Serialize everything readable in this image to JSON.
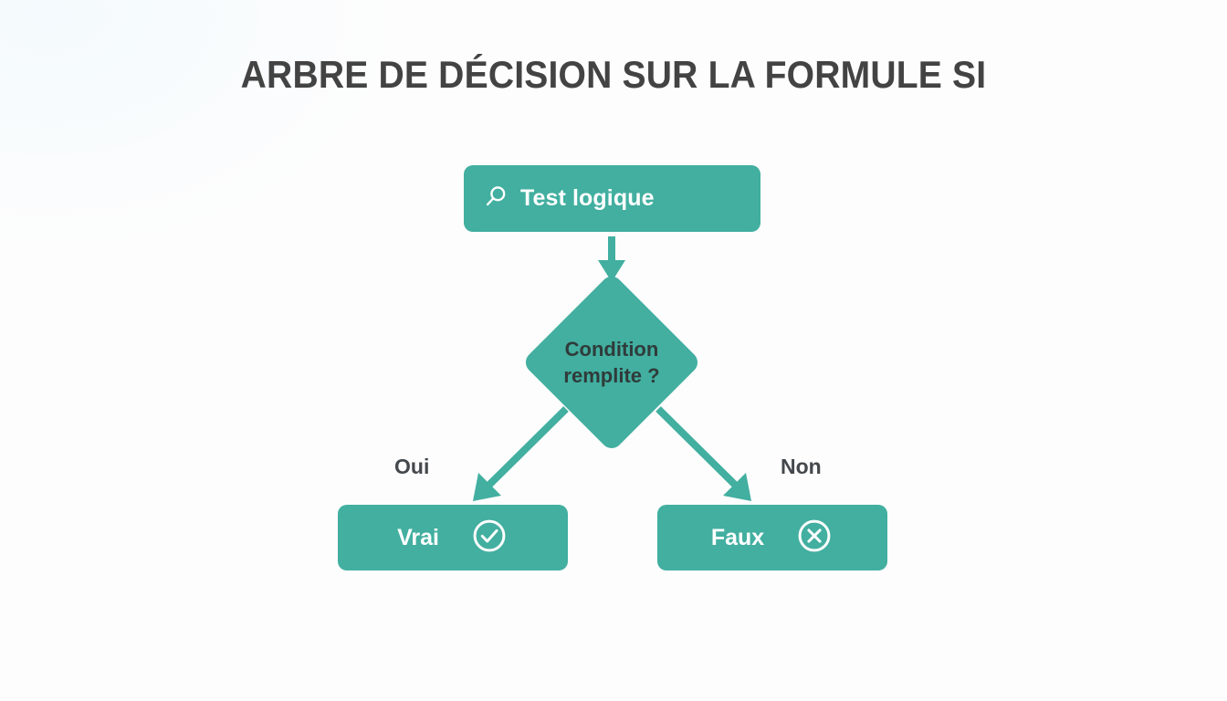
{
  "title": "ARBRE DE DÉCISION SUR LA FORMULE SI",
  "theme": {
    "accent": "#42afa0",
    "background": "#fdfdfd",
    "title_color": "#434343",
    "node_text_color": "#ffffff",
    "diamond_text_color": "#2f3b3a",
    "branch_label_color": "#44484c"
  },
  "nodes": {
    "root": {
      "label": "Test logique",
      "icon": "search-icon",
      "shape": "rounded-rect"
    },
    "decision": {
      "line1": "Condition",
      "line2": "remplite ?",
      "shape": "diamond"
    },
    "outcome_true": {
      "label": "Vrai",
      "icon": "check-circle-icon",
      "shape": "rounded-rect"
    },
    "outcome_false": {
      "label": "Faux",
      "icon": "x-circle-icon",
      "shape": "rounded-rect"
    }
  },
  "branches": {
    "yes_label": "Oui",
    "no_label": "Non"
  },
  "edges": [
    {
      "from": "root",
      "to": "decision",
      "style": "arrow-down"
    },
    {
      "from": "decision",
      "to": "outcome_true",
      "style": "arrow-diagonal-left",
      "label": "Oui"
    },
    {
      "from": "decision",
      "to": "outcome_false",
      "style": "arrow-diagonal-right",
      "label": "Non"
    }
  ]
}
